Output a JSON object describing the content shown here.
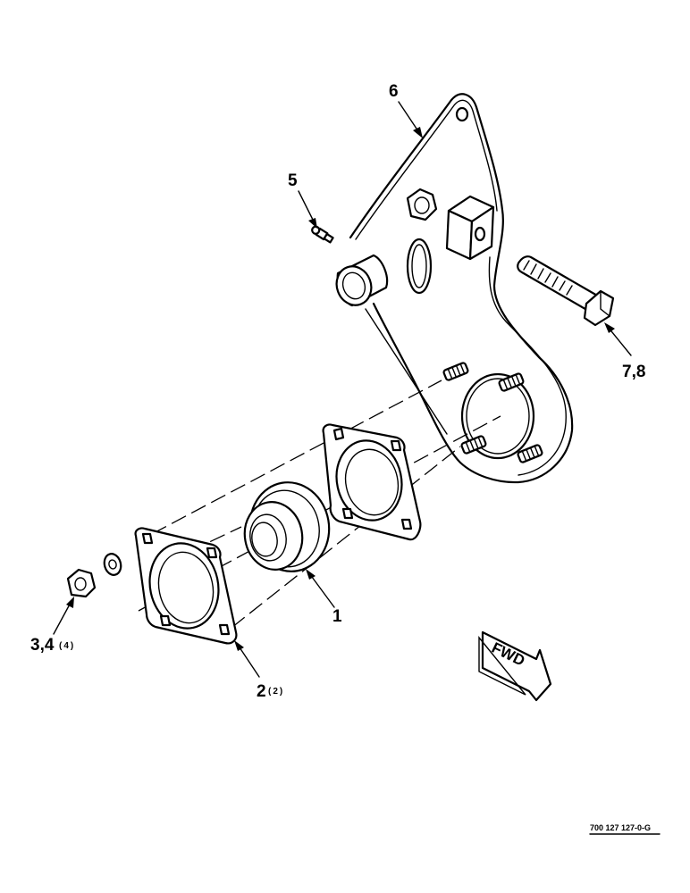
{
  "callouts": {
    "bearing": "1",
    "flangette": "2",
    "flangette_qty": "(2)",
    "nut_washer": "3,4",
    "nut_washer_qty": "(4)",
    "grease_fitting": "5",
    "plate": "6",
    "bolt": "7,8"
  },
  "direction_label": "FWD",
  "drawing_number": "700 127 127-0-G"
}
